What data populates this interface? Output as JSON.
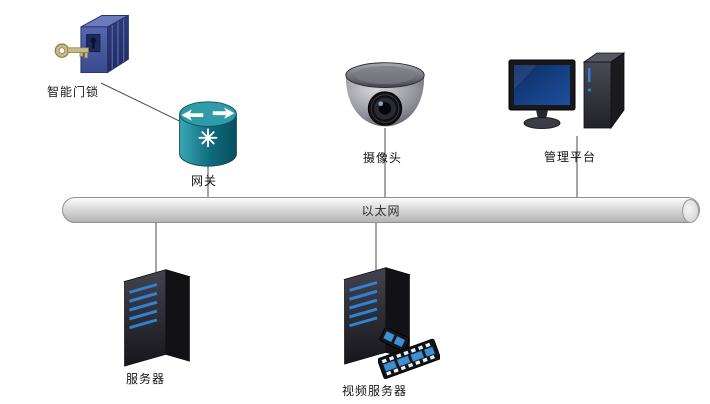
{
  "diagram": {
    "bus": {
      "label": "以太网"
    },
    "nodes": {
      "lock": {
        "label": "智能门锁",
        "icon": "smart-lock-icon"
      },
      "gateway": {
        "label": "网关",
        "icon": "router-icon"
      },
      "camera": {
        "label": "摄像头",
        "icon": "dome-camera-icon"
      },
      "platform": {
        "label": "管理平台",
        "icon": "monitor-tower-icon"
      },
      "server": {
        "label": "服务器",
        "icon": "server-tower-icon"
      },
      "video_server": {
        "label": "视频服务器",
        "icon": "server-tower-film-icon"
      }
    },
    "edges": [
      {
        "from": "lock",
        "to": "gateway"
      },
      {
        "from": "gateway",
        "to": "bus"
      },
      {
        "from": "camera",
        "to": "bus"
      },
      {
        "from": "platform",
        "to": "bus"
      },
      {
        "from": "bus",
        "to": "server"
      },
      {
        "from": "bus",
        "to": "video_server"
      }
    ],
    "colors": {
      "lock_blue": "#44549c",
      "router_teal": "#0f6a7b",
      "camera_gray": "#93939b",
      "screen_navy": "#12305f",
      "server_dark": "#222228",
      "slot_blue": "#2e82d8",
      "film_blue": "#3f8fd2",
      "pipe_gray": "#d5d5d5",
      "connector_line": "#4d4d4d",
      "label_text": "#151515"
    }
  }
}
